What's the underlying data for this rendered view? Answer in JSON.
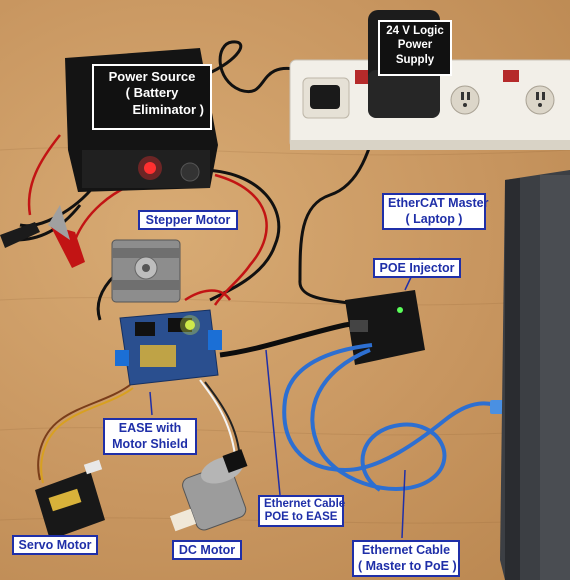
{
  "labels": {
    "power_source": {
      "line1": "Power Source",
      "line2": "( Battery",
      "line3": "Eliminator )"
    },
    "logic_supply": {
      "line1": "24 V Logic",
      "line2": "Power",
      "line3": "Supply"
    },
    "stepper_motor": "Stepper Motor",
    "ethercat_master": {
      "line1": "EtherCAT Master",
      "line2": "( Laptop )"
    },
    "poe_injector": "POE Injector",
    "ease_shield": {
      "line1": "EASE with",
      "line2": "Motor Shield"
    },
    "ethernet_poe_ease": {
      "line1": "Ethernet Cable",
      "line2": "POE to EASE"
    },
    "servo_motor": "Servo Motor",
    "dc_motor": "DC Motor",
    "ethernet_master_poe": {
      "line1": "Ethernet Cable",
      "line2": "( Master to PoE )"
    }
  },
  "colors": {
    "desk": "#c89660",
    "label_blue": "#1f2fa8",
    "cable_blue": "#2d6fd1",
    "led_red": "#ff2a2a",
    "board_blue": "#2a4f8f"
  },
  "icons": [
    "power-strip-socket",
    "adapter",
    "battery-eliminator",
    "stepper-motor",
    "servo-motor",
    "dc-motor",
    "poe-injector",
    "laptop",
    "shield-board"
  ]
}
